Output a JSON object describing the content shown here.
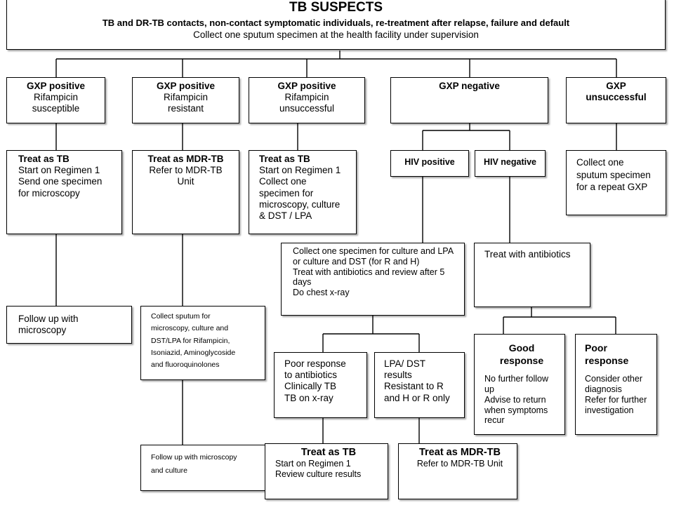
{
  "header": {
    "title": "TB SUSPECTS",
    "subtitle": "TB and DR-TB contacts, non-contact symptomatic individuals, re-treatment after relapse, failure and default",
    "instruction": "Collect one sputum specimen at the health facility under supervision"
  },
  "gxp_results": [
    {
      "title": "GXP positive",
      "lines": [
        "Rifampicin",
        "susceptible"
      ]
    },
    {
      "title": "GXP positive",
      "lines": [
        "Rifampicin",
        "resistant"
      ]
    },
    {
      "title": "GXP positive",
      "lines": [
        "Rifampicin",
        "unsuccessful"
      ]
    },
    {
      "title": "GXP negative",
      "lines": []
    },
    {
      "title": "GXP",
      "lines": [
        "unsuccessful"
      ]
    }
  ],
  "actions": {
    "susceptible": {
      "title": "Treat as TB",
      "lines": [
        "Start on Regimen 1",
        "Send one specimen",
        "for microscopy"
      ]
    },
    "resistant": {
      "title": "Treat as MDR-TB",
      "lines": [
        "Refer to MDR-TB",
        "Unit"
      ]
    },
    "unsuccessful": {
      "title": "Treat as TB",
      "lines": [
        "Start on Regimen 1",
        "Collect one",
        "specimen for",
        "microscopy, culture",
        "& DST / LPA"
      ]
    },
    "hiv_positive": "HIV positive",
    "hiv_negative": "HIV negative",
    "repeat": [
      "Collect one",
      "sputum specimen",
      "for a repeat GXP"
    ]
  },
  "followups": {
    "microscopy": "Follow up with microscopy",
    "collect_sputum": [
      "Collect sputum for",
      "microscopy, culture and",
      "DST/LPA for Rifampicin,",
      "Isoniazid, Aminoglycoside",
      "and fluoroquinolones"
    ],
    "microscopy_culture": [
      "Follow up with microscopy",
      "and culture"
    ]
  },
  "hiv_pos_action": [
    "Collect one specimen for culture and LPA",
    "or culture and DST (for R and H)",
    "Treat with antibiotics and review after 5",
    "days",
    "Do chest x-ray"
  ],
  "hiv_neg_action": "Treat with antibiotics",
  "responses": {
    "poor_tb": [
      "Poor response",
      "to antibiotics",
      "Clinically TB",
      "TB on x-ray"
    ],
    "lpa_dst": [
      "LPA/ DST",
      "results",
      "Resistant to R",
      "and H or R only"
    ],
    "good": {
      "title": "Good response",
      "lines": [
        "No further follow",
        "up",
        "Advise to return",
        "when symptoms",
        "recur"
      ]
    },
    "poor": {
      "title": "Poor response",
      "lines": [
        "Consider other",
        "diagnosis",
        "Refer for further",
        "investigation"
      ]
    }
  },
  "final": {
    "treat_tb": {
      "title": "Treat as TB",
      "lines": [
        "Start on Regimen 1",
        "Review culture results"
      ]
    },
    "treat_mdr": {
      "title": "Treat as MDR-TB",
      "lines": [
        "Refer to MDR-TB Unit"
      ]
    }
  }
}
